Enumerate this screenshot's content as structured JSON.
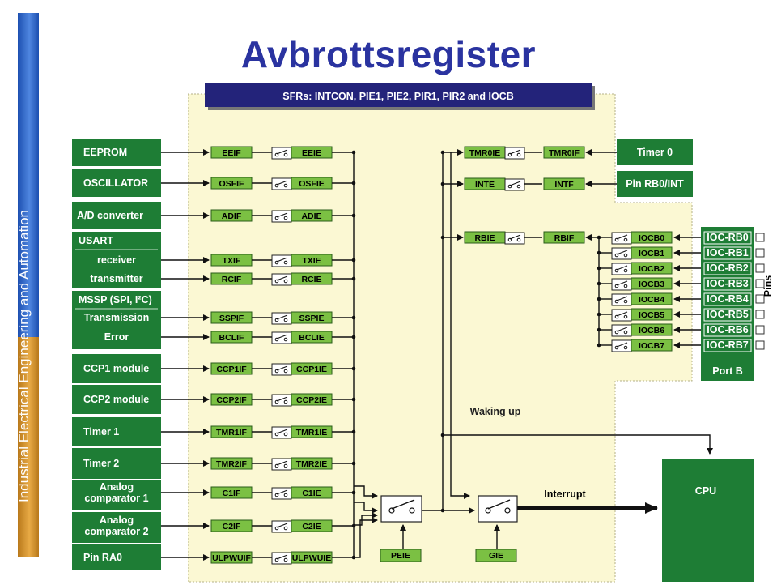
{
  "slide_title": "Avbrottsregister",
  "sidebar_text": "Industrial Electrical Engineering and Automation",
  "banner": "SFRs: INTCON, PIE1, PIE2, PIR1, PIR2 and IOCB",
  "left_sources": [
    "EEPROM",
    "OSCILLATOR",
    "A/D converter",
    "receiver",
    "transmitter",
    "Transmission",
    "Error",
    "CCP1 module",
    "CCP2 module",
    "Timer 1",
    "Timer 2",
    "Analog comparator 1",
    "Analog comparator 2",
    "Pin RA0"
  ],
  "left_headers": [
    "USART",
    "MSSP (SPI, I²C)"
  ],
  "left_flags": [
    "EEIF",
    "OSFIF",
    "ADIF",
    "TXIF",
    "RCIF",
    "SSPIF",
    "BCLIF",
    "CCP1IF",
    "CCP2IF",
    "TMR1IF",
    "TMR2IF",
    "C1IF",
    "C2IF",
    "ULPWUIF"
  ],
  "left_enables": [
    "EEIE",
    "OSFIE",
    "ADIE",
    "TXIE",
    "RCIE",
    "SSPIE",
    "BCLIE",
    "CCP1IE",
    "CCP2IE",
    "TMR1IE",
    "TMR2IE",
    "C1IE",
    "C2IE",
    "ULPWUIE"
  ],
  "top_right": [
    {
      "enable": "TMR0IE",
      "flag": "TMR0IF",
      "source": "Timer 0"
    },
    {
      "enable": "INTE",
      "flag": "INTF",
      "source": "Pin RB0/INT"
    },
    {
      "enable": "RBIE",
      "flag": "RBIF",
      "source": ""
    }
  ],
  "iocb": [
    "IOCB0",
    "IOCB1",
    "IOCB2",
    "IOCB3",
    "IOCB4",
    "IOCB5",
    "IOCB6",
    "IOCB7"
  ],
  "ioc_pins": [
    "IOC-RB0",
    "IOC-RB1",
    "IOC-RB2",
    "IOC-RB3",
    "IOC-RB4",
    "IOC-RB5",
    "IOC-RB6",
    "IOC-RB7"
  ],
  "port_label": "Port B",
  "pins_label": "Pins",
  "waking_label": "Waking up",
  "interrupt_label": "Interrupt",
  "cpu_label": "CPU",
  "peie_label": "PEIE",
  "gie_label": "GIE",
  "colors": {
    "source_green": "#1e7d35",
    "flag_green": "#7bc043",
    "panel": "#fbf8d3",
    "banner": "#23237a",
    "title": "#2a33a0"
  }
}
